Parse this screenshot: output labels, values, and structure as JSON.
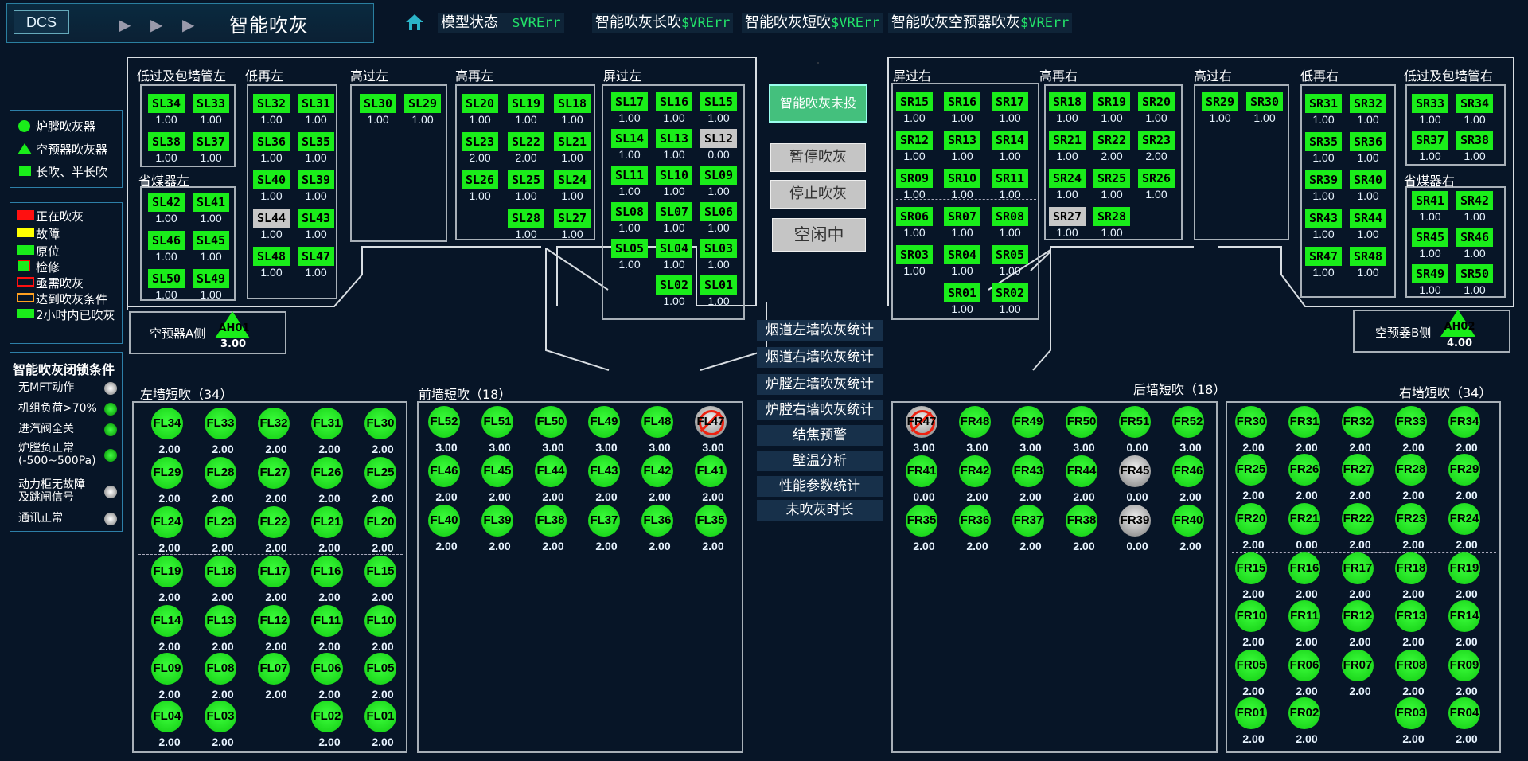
{
  "header": {
    "dcs": "DCS",
    "title": "智能吹灰",
    "statuses": [
      {
        "label": "模型状态",
        "value": "$VRErr"
      },
      {
        "label": "智能吹灰长吹",
        "value": "$VRErr"
      },
      {
        "label": "智能吹灰短吹",
        "value": "$VRErr"
      },
      {
        "label": "智能吹灰空预器吹灰",
        "value": "$VRErr"
      }
    ]
  },
  "legend1": [
    "炉膛吹灰器",
    "空预器吹灰器",
    "长吹、半长吹"
  ],
  "legend2": [
    "正在吹灰",
    "故障",
    "原位",
    "检修",
    "亟需吹灰",
    "达到吹灰条件",
    "2小时内已吹灰"
  ],
  "legend2_colors": [
    "#ff1010",
    "#ffff00",
    "#1aed1a",
    "#ff1010",
    "#ff1010",
    "#ffa020",
    "#1aed1a"
  ],
  "interlock": {
    "title": "智能吹灰闭锁条件",
    "items": [
      {
        "label": "无MFT动作",
        "lamp": "gray"
      },
      {
        "label": "机组负荷>70%",
        "lamp": "green"
      },
      {
        "label": "进汽阀全关",
        "lamp": "green"
      },
      {
        "label": "炉膛负正常\n(-500~500Pa)",
        "lamp": "green"
      },
      {
        "label": "动力柜无故障\n及跳闸信号",
        "lamp": "gray"
      },
      {
        "label": "通讯正常",
        "lamp": "gray"
      }
    ]
  },
  "groups_left": [
    {
      "title": "低过及包墙管左",
      "items": [
        [
          "SL34",
          "1.00"
        ],
        [
          "SL33",
          "1.00"
        ],
        [
          "SL38",
          "1.00"
        ],
        [
          "SL37",
          "1.00"
        ]
      ]
    },
    {
      "title": "省煤器左",
      "items": [
        [
          "SL42",
          "1.00"
        ],
        [
          "SL41",
          "1.00"
        ],
        [
          "SL46",
          "1.00"
        ],
        [
          "SL45",
          "1.00"
        ],
        [
          "SL50",
          "1.00"
        ],
        [
          "SL49",
          "1.00"
        ]
      ]
    },
    {
      "title": "低再左",
      "items": [
        [
          "SL32",
          "1.00"
        ],
        [
          "SL31",
          "1.00"
        ],
        [
          "SL36",
          "1.00"
        ],
        [
          "SL35",
          "1.00"
        ],
        [
          "SL40",
          "1.00"
        ],
        [
          "SL39",
          "1.00"
        ],
        [
          "SL44",
          "1.00"
        ],
        [
          "SL43",
          "1.00"
        ],
        [
          "SL48",
          "1.00"
        ],
        [
          "SL47",
          "1.00"
        ]
      ]
    },
    {
      "title": "高过左",
      "items": [
        [
          "SL30",
          "1.00"
        ],
        [
          "SL29",
          "1.00"
        ]
      ]
    },
    {
      "title": "高再左",
      "items": [
        [
          "SL20",
          "1.00"
        ],
        [
          "SL19",
          "1.00"
        ],
        [
          "SL18",
          "1.00"
        ],
        [
          "SL23",
          "2.00"
        ],
        [
          "SL22",
          "2.00"
        ],
        [
          "SL21",
          "1.00"
        ],
        [
          "SL26",
          "1.00"
        ],
        [
          "SL25",
          "1.00"
        ],
        [
          "SL24",
          "1.00"
        ],
        [
          "SL28",
          "1.00"
        ],
        [
          "SL27",
          "1.00"
        ]
      ]
    },
    {
      "title": "屏过左",
      "items": [
        [
          "SL17",
          "1.00"
        ],
        [
          "SL16",
          "1.00"
        ],
        [
          "SL15",
          "1.00"
        ],
        [
          "SL14",
          "1.00"
        ],
        [
          "SL13",
          "1.00"
        ],
        [
          "SL12",
          "0.00"
        ],
        [
          "SL11",
          "1.00"
        ],
        [
          "SL10",
          "1.00"
        ],
        [
          "SL09",
          "1.00"
        ],
        [
          "SL08",
          "1.00"
        ],
        [
          "SL07",
          "1.00"
        ],
        [
          "SL06",
          "1.00"
        ],
        [
          "SL05",
          "1.00"
        ],
        [
          "SL04",
          "1.00"
        ],
        [
          "SL03",
          "1.00"
        ],
        [
          "SL02",
          "1.00"
        ],
        [
          "SL01",
          "1.00"
        ]
      ]
    }
  ],
  "groups_right": [
    {
      "title": "屏过右",
      "items": [
        [
          "SR15",
          "1.00"
        ],
        [
          "SR16",
          "1.00"
        ],
        [
          "SR17",
          "1.00"
        ],
        [
          "SR12",
          "1.00"
        ],
        [
          "SR13",
          "1.00"
        ],
        [
          "SR14",
          "1.00"
        ],
        [
          "SR09",
          "1.00"
        ],
        [
          "SR10",
          "1.00"
        ],
        [
          "SR11",
          "1.00"
        ],
        [
          "SR06",
          "1.00"
        ],
        [
          "SR07",
          "1.00"
        ],
        [
          "SR08",
          "1.00"
        ],
        [
          "SR03",
          "1.00"
        ],
        [
          "SR04",
          "1.00"
        ],
        [
          "SR05",
          "1.00"
        ],
        [
          "SR01",
          "1.00"
        ],
        [
          "SR02",
          "1.00"
        ]
      ]
    },
    {
      "title": "高再右",
      "items": [
        [
          "SR18",
          "1.00"
        ],
        [
          "SR19",
          "1.00"
        ],
        [
          "SR20",
          "1.00"
        ],
        [
          "SR21",
          "1.00"
        ],
        [
          "SR22",
          "2.00"
        ],
        [
          "SR23",
          "2.00"
        ],
        [
          "SR24",
          "1.00"
        ],
        [
          "SR25",
          "1.00"
        ],
        [
          "SR26",
          "1.00"
        ],
        [
          "SR27",
          "1.00"
        ],
        [
          "SR28",
          "1.00"
        ]
      ]
    },
    {
      "title": "高过右",
      "items": [
        [
          "SR29",
          "1.00"
        ],
        [
          "SR30",
          "1.00"
        ]
      ]
    },
    {
      "title": "低再右",
      "items": [
        [
          "SR31",
          "1.00"
        ],
        [
          "SR32",
          "1.00"
        ],
        [
          "SR35",
          "1.00"
        ],
        [
          "SR36",
          "1.00"
        ],
        [
          "SR39",
          "1.00"
        ],
        [
          "SR40",
          "1.00"
        ],
        [
          "SR43",
          "1.00"
        ],
        [
          "SR44",
          "1.00"
        ],
        [
          "SR47",
          "1.00"
        ],
        [
          "SR48",
          "1.00"
        ]
      ]
    },
    {
      "title": "低过及包墙管右",
      "items": [
        [
          "SR33",
          "1.00"
        ],
        [
          "SR34",
          "1.00"
        ],
        [
          "SR37",
          "1.00"
        ],
        [
          "SR38",
          "1.00"
        ]
      ]
    },
    {
      "title": "省煤器右",
      "items": [
        [
          "SR41",
          "1.00"
        ],
        [
          "SR42",
          "1.00"
        ],
        [
          "SR45",
          "1.00"
        ],
        [
          "SR46",
          "1.00"
        ],
        [
          "SR49",
          "1.00"
        ],
        [
          "SR50",
          "1.00"
        ]
      ]
    }
  ],
  "airpre": {
    "a_label": "空预器A侧",
    "a_code": "AH01",
    "a_val": "3.00",
    "b_label": "空预器B侧",
    "b_code": "AH02",
    "b_val": "4.00"
  },
  "controls": {
    "smart": "智能吹灰未投",
    "pause": "暂停吹灰",
    "stop": "停止吹灰",
    "idle": "空闲中"
  },
  "stat_buttons": [
    "烟道左墙吹灰统计",
    "烟道右墙吹灰统计",
    "炉膛左墙吹灰统计",
    "炉膛右墙吹灰统计",
    "结焦预警",
    "壁温分析",
    "性能参数统计",
    "未吹灰时长"
  ],
  "walls": {
    "left_title": "左墙短吹（34）",
    "left": [
      [
        "FL34",
        "2.00"
      ],
      [
        "FL33",
        "2.00"
      ],
      [
        "FL32",
        "2.00"
      ],
      [
        "FL31",
        "2.00"
      ],
      [
        "FL30",
        "2.00"
      ],
      [
        "FL29",
        "2.00"
      ],
      [
        "FL28",
        "2.00"
      ],
      [
        "FL27",
        "2.00"
      ],
      [
        "FL26",
        "2.00"
      ],
      [
        "FL25",
        "2.00"
      ],
      [
        "FL24",
        "2.00"
      ],
      [
        "FL23",
        "2.00"
      ],
      [
        "FL22",
        "2.00"
      ],
      [
        "FL21",
        "2.00"
      ],
      [
        "FL20",
        "2.00"
      ],
      [
        "FL19",
        "2.00"
      ],
      [
        "FL18",
        "2.00"
      ],
      [
        "FL17",
        "2.00"
      ],
      [
        "FL16",
        "2.00"
      ],
      [
        "FL15",
        "2.00"
      ],
      [
        "FL14",
        "2.00"
      ],
      [
        "FL13",
        "2.00"
      ],
      [
        "FL12",
        "2.00"
      ],
      [
        "FL11",
        "2.00"
      ],
      [
        "FL10",
        "2.00"
      ],
      [
        "FL09",
        "2.00"
      ],
      [
        "FL08",
        "2.00"
      ],
      [
        "FL07",
        "2.00"
      ],
      [
        "FL06",
        "2.00"
      ],
      [
        "FL05",
        "2.00"
      ],
      [
        "FL04",
        "2.00"
      ],
      [
        "FL03",
        "2.00"
      ],
      [
        "FL02",
        "2.00"
      ],
      [
        "FL01",
        "2.00"
      ]
    ],
    "front_title": "前墙短吹（18）",
    "front": [
      [
        "FL52",
        "3.00"
      ],
      [
        "FL51",
        "3.00"
      ],
      [
        "FL50",
        "3.00"
      ],
      [
        "FL49",
        "3.00"
      ],
      [
        "FL48",
        "3.00"
      ],
      [
        "FL47",
        "3.00"
      ],
      [
        "FL46",
        "2.00"
      ],
      [
        "FL45",
        "2.00"
      ],
      [
        "FL44",
        "2.00"
      ],
      [
        "FL43",
        "2.00"
      ],
      [
        "FL42",
        "2.00"
      ],
      [
        "FL41",
        "2.00"
      ],
      [
        "FL40",
        "2.00"
      ],
      [
        "FL39",
        "2.00"
      ],
      [
        "FL38",
        "2.00"
      ],
      [
        "FL37",
        "2.00"
      ],
      [
        "FL36",
        "2.00"
      ],
      [
        "FL35",
        "2.00"
      ]
    ],
    "back_title": "后墙短吹（18）",
    "back": [
      [
        "FR47",
        "3.00"
      ],
      [
        "FR48",
        "3.00"
      ],
      [
        "FR49",
        "3.00"
      ],
      [
        "FR50",
        "3.00"
      ],
      [
        "FR51",
        "0.00"
      ],
      [
        "FR52",
        "3.00"
      ],
      [
        "FR41",
        "0.00"
      ],
      [
        "FR42",
        "2.00"
      ],
      [
        "FR43",
        "2.00"
      ],
      [
        "FR44",
        "2.00"
      ],
      [
        "FR45",
        "0.00"
      ],
      [
        "FR46",
        "2.00"
      ],
      [
        "FR35",
        "2.00"
      ],
      [
        "FR36",
        "2.00"
      ],
      [
        "FR37",
        "2.00"
      ],
      [
        "FR38",
        "2.00"
      ],
      [
        "FR39",
        "0.00"
      ],
      [
        "FR40",
        "2.00"
      ]
    ],
    "right_title": "右墙短吹（34）",
    "right": [
      [
        "FR30",
        "2.00"
      ],
      [
        "FR31",
        "2.00"
      ],
      [
        "FR32",
        "2.00"
      ],
      [
        "FR33",
        "2.00"
      ],
      [
        "FR34",
        "2.00"
      ],
      [
        "FR25",
        "2.00"
      ],
      [
        "FR26",
        "2.00"
      ],
      [
        "FR27",
        "2.00"
      ],
      [
        "FR28",
        "2.00"
      ],
      [
        "FR29",
        "2.00"
      ],
      [
        "FR20",
        "2.00"
      ],
      [
        "FR21",
        "0.00"
      ],
      [
        "FR22",
        "2.00"
      ],
      [
        "FR23",
        "2.00"
      ],
      [
        "FR24",
        "2.00"
      ],
      [
        "FR15",
        "2.00"
      ],
      [
        "FR16",
        "2.00"
      ],
      [
        "FR17",
        "2.00"
      ],
      [
        "FR18",
        "2.00"
      ],
      [
        "FR19",
        "2.00"
      ],
      [
        "FR10",
        "2.00"
      ],
      [
        "FR11",
        "2.00"
      ],
      [
        "FR12",
        "2.00"
      ],
      [
        "FR13",
        "2.00"
      ],
      [
        "FR14",
        "2.00"
      ],
      [
        "FR05",
        "2.00"
      ],
      [
        "FR06",
        "2.00"
      ],
      [
        "FR07",
        "2.00"
      ],
      [
        "FR08",
        "2.00"
      ],
      [
        "FR09",
        "2.00"
      ],
      [
        "FR01",
        "2.00"
      ],
      [
        "FR02",
        "2.00"
      ],
      [
        "FR03",
        "2.00"
      ],
      [
        "FR04",
        "2.00"
      ]
    ]
  }
}
